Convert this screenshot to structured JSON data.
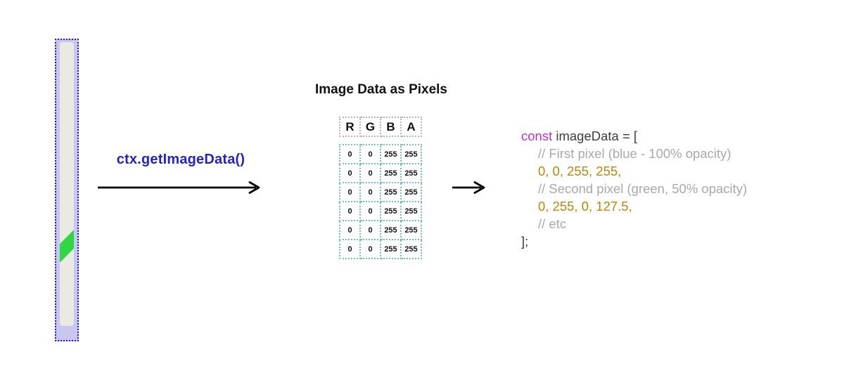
{
  "source_canvas": {
    "description": "tall narrow canvas with a green diagonal brush stroke",
    "border_color": "#2222aa",
    "background_color": "#c9c7f0",
    "surface_color": "#eae9e3",
    "stroke_color": "#2fd742"
  },
  "transform": {
    "label": "ctx.getImageData()",
    "label_color": "#2222cc"
  },
  "pixel_table": {
    "title": "Image Data as Pixels",
    "headers": [
      "R",
      "G",
      "B",
      "A"
    ],
    "rows": [
      [
        "0",
        "0",
        "255",
        "255"
      ],
      [
        "0",
        "0",
        "255",
        "255"
      ],
      [
        "0",
        "0",
        "255",
        "255"
      ],
      [
        "0",
        "0",
        "255",
        "255"
      ],
      [
        "0",
        "0",
        "255",
        "255"
      ],
      [
        "0",
        "0",
        "255",
        "255"
      ]
    ],
    "header_border_color": "#b3b3b3",
    "cell_border_color": "#6fc2bb"
  },
  "code": {
    "colors": {
      "keyword": "#bb2fc9",
      "plain": "#3d3d3d",
      "comment": "#a9a9a9",
      "number": "#b8860b"
    },
    "lines": [
      {
        "indent": false,
        "segments": [
          {
            "type": "keyword",
            "text": "const "
          },
          {
            "type": "plain",
            "text": "imageData = ["
          }
        ]
      },
      {
        "indent": true,
        "segments": [
          {
            "type": "comment",
            "text": "// First pixel (blue - 100% opacity)"
          }
        ]
      },
      {
        "indent": true,
        "segments": [
          {
            "type": "number",
            "text": "0, 0, 255, 255,"
          }
        ]
      },
      {
        "indent": true,
        "segments": [
          {
            "type": "comment",
            "text": "// Second pixel (green, 50% opacity)"
          }
        ]
      },
      {
        "indent": true,
        "segments": [
          {
            "type": "number",
            "text": "0, 255, 0, 127.5,"
          }
        ]
      },
      {
        "indent": true,
        "segments": [
          {
            "type": "comment",
            "text": "// etc"
          }
        ]
      },
      {
        "indent": false,
        "segments": [
          {
            "type": "plain",
            "text": "];"
          }
        ]
      }
    ]
  }
}
